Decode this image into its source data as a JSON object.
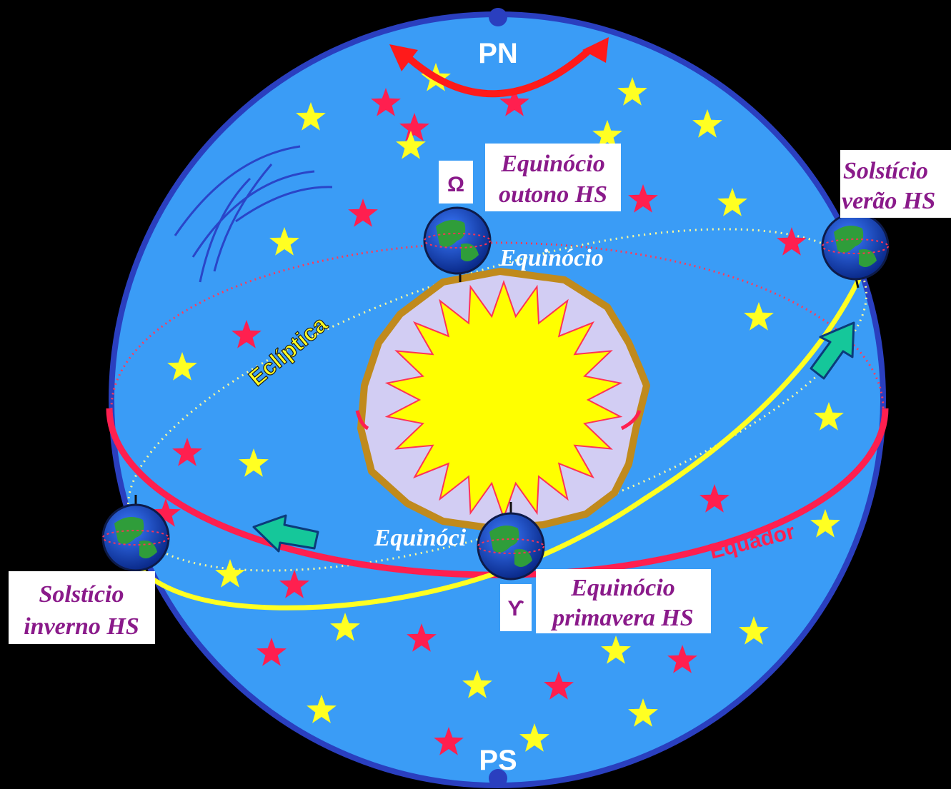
{
  "labels": {
    "north_pole": "PN",
    "south_pole": "PS",
    "ecliptic": "Eclíptica",
    "equator": "Equador",
    "equinox_top_inner": "Equinócio",
    "equinox_bottom_inner": "Equinóci",
    "autumn_symbol": "Ω",
    "spring_symbol": "ϒ"
  },
  "boxes": {
    "autumn": {
      "line1": "Equinócio",
      "line2": "outono HS"
    },
    "summer": {
      "line1": "Solstício",
      "line2": "verão HS"
    },
    "winter": {
      "line1": "Solstício",
      "line2": "inverno HS"
    },
    "spring": {
      "line1": "Equinócio",
      "line2": "primavera HS"
    }
  },
  "colors": {
    "background": "#000000",
    "sphere": "#3a9cf6",
    "sphere_outline": "#2a3fbf",
    "equator": "#ff1f4f",
    "ecliptic": "#ffff22",
    "sun": "#ffff00",
    "corona": "#d2cdf3",
    "corona_outline": "#c08a1c",
    "star_yellow": "#ffff22",
    "star_red": "#ff1f4f",
    "arrow": "#15c79a",
    "box_text": "#8a1a8a",
    "rotation_arrow": "#ff1a1a"
  }
}
